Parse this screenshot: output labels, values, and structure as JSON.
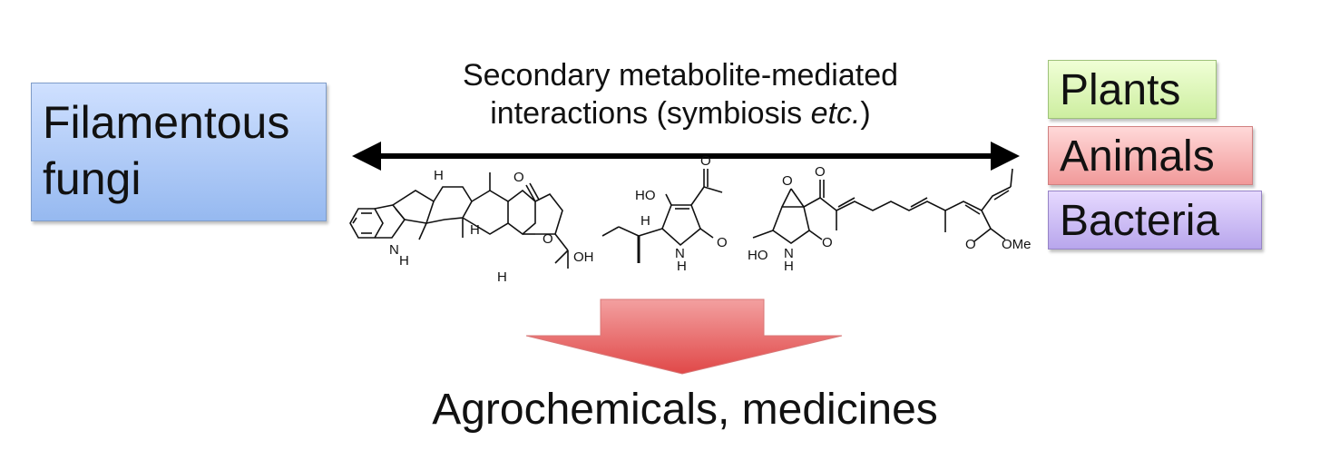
{
  "left_box": {
    "line1": "Filamentous",
    "line2": "fungi"
  },
  "right_boxes": {
    "plants": "Plants",
    "animals": "Animals",
    "bacteria": "Bacteria"
  },
  "interaction": {
    "line1": "Secondary metabolite-mediated",
    "line2_prefix": "interactions (symbiosis ",
    "line2_italic": "etc.",
    "line2_suffix": ")"
  },
  "outcome": "Agrochemicals, medicines",
  "molecule_labels": {
    "h_top": "H",
    "h_mid": "H",
    "h_bottom": "H",
    "nh": "N",
    "nh_h": "H",
    "oh1": "OH",
    "o_ring": "O",
    "o_keto": "O",
    "ho2": "HO",
    "h2": "H",
    "o2_acetyl": "O",
    "o2_lactam": "O",
    "nh2": "N",
    "nh2_h": "H",
    "o3_epox": "O",
    "o3_keto": "O",
    "ho3": "HO",
    "nh3": "N",
    "nh3_h": "H",
    "o3_lactam": "O",
    "o3_ester": "O",
    "ome": "OMe"
  },
  "colors": {
    "fungi": "#96b9f0",
    "plants": "#cdeea0",
    "animals": "#f19a9a",
    "bacteria": "#b8a6ec",
    "big_arrow": "#e04848"
  }
}
